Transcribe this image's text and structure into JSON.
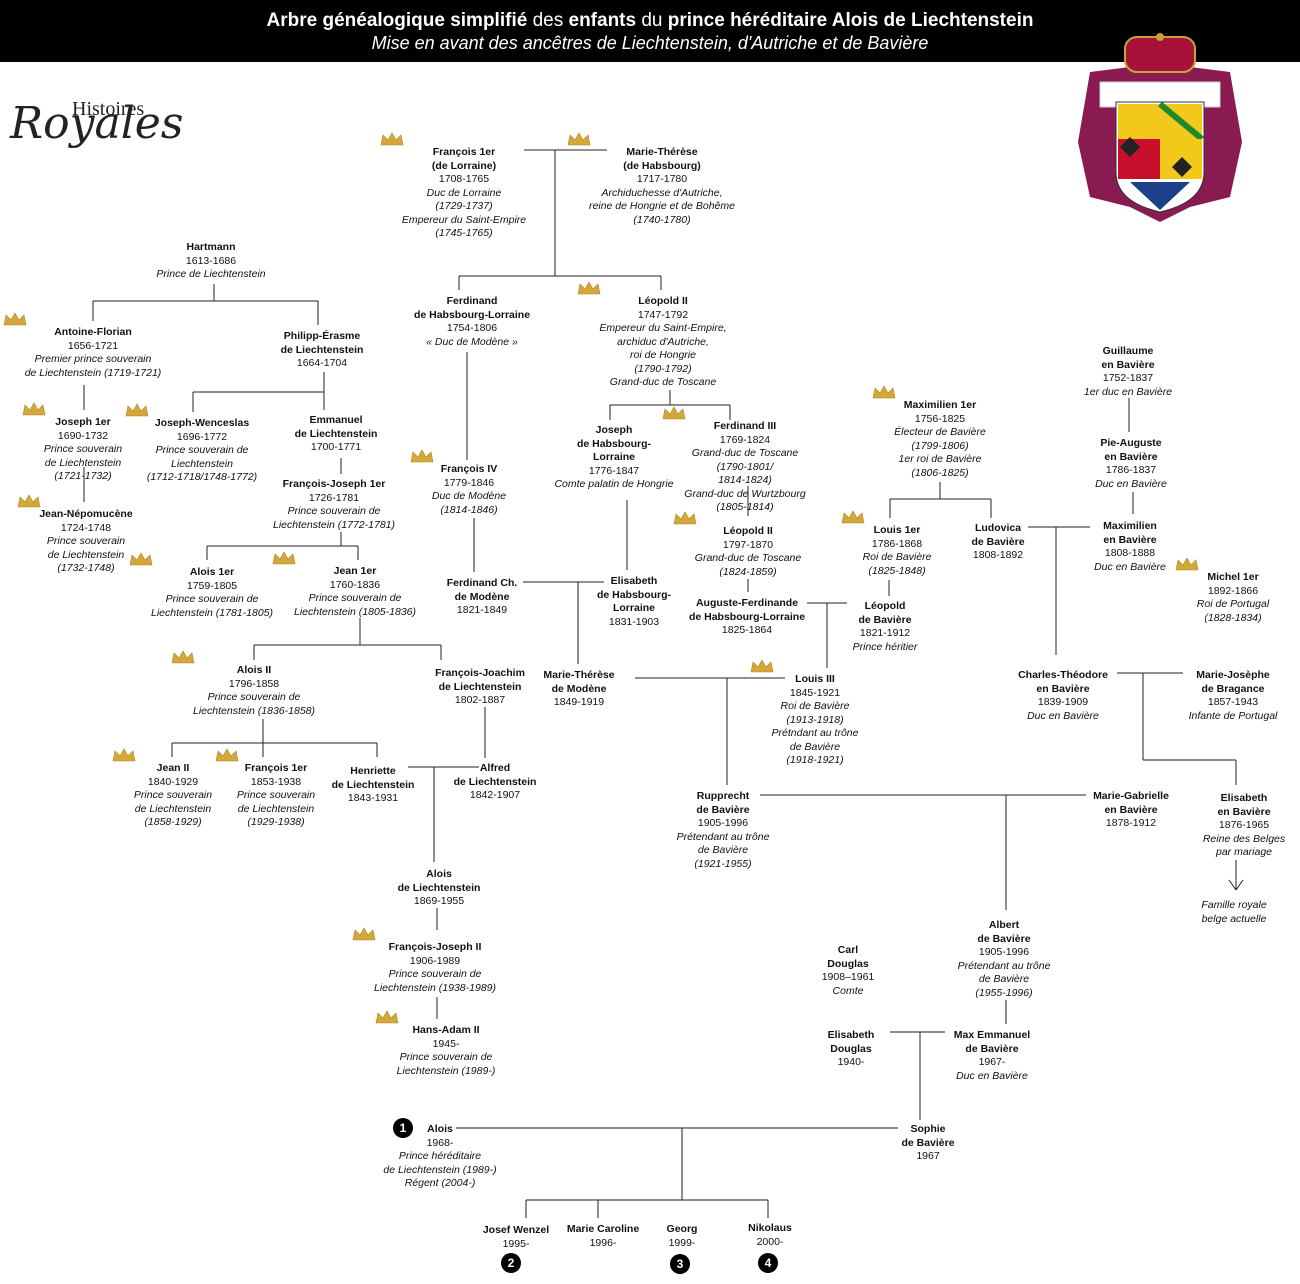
{
  "header": {
    "title_parts": [
      {
        "t": "Arbre généalogique simplifié ",
        "b": true
      },
      {
        "t": "des ",
        "b": false
      },
      {
        "t": "enfants ",
        "b": true
      },
      {
        "t": "du ",
        "b": false
      },
      {
        "t": "prince héréditaire Alois de Liechtenstein",
        "b": true
      }
    ],
    "subtitle": "Mise en avant des ancêtres de Liechtenstein, d'Autriche et de Bavière"
  },
  "logo": {
    "top": "Histoires",
    "bottom": "Royales"
  },
  "colors": {
    "crown": "#d4a73a",
    "crown_dark": "#b08426",
    "coat_mantle": "#8a1b52",
    "coat_crown": "#a8123a"
  },
  "nodes": [
    {
      "id": "francois1",
      "lines": [
        [
          "n",
          "François 1er"
        ],
        [
          "n",
          "(de Lorraine)"
        ],
        [
          "d",
          "1708-1765"
        ],
        [
          "r",
          "Duc de Lorraine"
        ],
        [
          "r",
          "(1729-1737)"
        ],
        [
          "r",
          "Empereur du Saint-Empire"
        ],
        [
          "r",
          "(1745-1765)"
        ]
      ],
      "crown": true
    },
    {
      "id": "mariatheresa",
      "lines": [
        [
          "n",
          "Marie-Thérèse"
        ],
        [
          "n",
          "(de Habsbourg)"
        ],
        [
          "d",
          "1717-1780"
        ],
        [
          "r",
          "Archiduchesse d'Autriche,"
        ],
        [
          "r",
          "reine de Hongrie et de Bohême"
        ],
        [
          "r",
          "(1740-1780)"
        ]
      ],
      "crown": true
    },
    {
      "id": "hartmann",
      "lines": [
        [
          "n",
          "Hartmann"
        ],
        [
          "d",
          "1613-1686"
        ],
        [
          "r",
          "Prince de Liechtenstein"
        ]
      ]
    },
    {
      "id": "antoineflorian",
      "lines": [
        [
          "n",
          "Antoine-Florian"
        ],
        [
          "d",
          "1656-1721"
        ],
        [
          "r",
          "Premier prince souverain"
        ],
        [
          "r",
          "de Liechtenstein (1719-1721)"
        ]
      ],
      "crown": true
    },
    {
      "id": "philipperasme",
      "lines": [
        [
          "n",
          "Philipp-Érasme"
        ],
        [
          "n",
          "de Liechtenstein"
        ],
        [
          "d",
          "1664-1704"
        ]
      ]
    },
    {
      "id": "joseph1er",
      "lines": [
        [
          "n",
          "Joseph 1er"
        ],
        [
          "d",
          "1690-1732"
        ],
        [
          "r",
          "Prince souverain"
        ],
        [
          "r",
          "de Liechtenstein"
        ],
        [
          "r",
          "(1721-1732)"
        ]
      ],
      "crown": true
    },
    {
      "id": "jeannepomucene",
      "lines": [
        [
          "n",
          "Jean-Népomucène"
        ],
        [
          "d",
          "1724-1748"
        ],
        [
          "r",
          "Prince souverain"
        ],
        [
          "r",
          "de Liechtenstein"
        ],
        [
          "r",
          "(1732-1748)"
        ]
      ],
      "crown": true
    },
    {
      "id": "josephwenceslas",
      "lines": [
        [
          "n",
          "Joseph-Wenceslas"
        ],
        [
          "d",
          "1696-1772"
        ],
        [
          "r",
          "Prince souverain de"
        ],
        [
          "r",
          "Liechtenstein"
        ],
        [
          "r",
          "(1712-1718/1748-1772)"
        ]
      ],
      "crown": true
    },
    {
      "id": "emmanuel",
      "lines": [
        [
          "n",
          "Emmanuel"
        ],
        [
          "n",
          "de Liechtenstein"
        ],
        [
          "d",
          "1700-1771"
        ]
      ]
    },
    {
      "id": "francoisjoseph1",
      "lines": [
        [
          "n",
          "François-Joseph 1er"
        ],
        [
          "d",
          "1726-1781"
        ],
        [
          "r",
          "Prince souverain de"
        ],
        [
          "r",
          "Liechtenstein (1772-1781)"
        ]
      ]
    },
    {
      "id": "alois1er",
      "lines": [
        [
          "n",
          "Alois 1er"
        ],
        [
          "d",
          "1759-1805"
        ],
        [
          "r",
          "Prince souverain de"
        ],
        [
          "r",
          "Liechtenstein (1781-1805)"
        ]
      ],
      "crown": true
    },
    {
      "id": "jean1er",
      "lines": [
        [
          "n",
          "Jean 1er"
        ],
        [
          "d",
          "1760-1836"
        ],
        [
          "r",
          "Prince souverain de"
        ],
        [
          "r",
          "Liechtenstein (1805-1836)"
        ]
      ],
      "crown": true
    },
    {
      "id": "alois2",
      "lines": [
        [
          "n",
          "Alois II"
        ],
        [
          "d",
          "1796-1858"
        ],
        [
          "r",
          "Prince souverain de"
        ],
        [
          "r",
          "Liechtenstein (1836-1858)"
        ]
      ],
      "crown": true
    },
    {
      "id": "francoisjoachim",
      "lines": [
        [
          "n",
          "François-Joachim"
        ],
        [
          "n",
          "de Liechtenstein"
        ],
        [
          "d",
          "1802-1887"
        ]
      ]
    },
    {
      "id": "jean2",
      "lines": [
        [
          "n",
          "Jean II"
        ],
        [
          "d",
          "1840-1929"
        ],
        [
          "r",
          "Prince souverain"
        ],
        [
          "r",
          "de Liechtenstein"
        ],
        [
          "r",
          "(1858-1929)"
        ]
      ],
      "crown": true
    },
    {
      "id": "francois1er_l",
      "lines": [
        [
          "n",
          "François 1er"
        ],
        [
          "d",
          "1853-1938"
        ],
        [
          "r",
          "Prince souverain"
        ],
        [
          "r",
          "de Liechtenstein"
        ],
        [
          "r",
          "(1929-1938)"
        ]
      ],
      "crown": true
    },
    {
      "id": "henriette",
      "lines": [
        [
          "n",
          "Henriette"
        ],
        [
          "n",
          "de Liechtenstein"
        ],
        [
          "d",
          "1843-1931"
        ]
      ]
    },
    {
      "id": "alfred",
      "lines": [
        [
          "n",
          "Alfred"
        ],
        [
          "n",
          "de Liechtenstein"
        ],
        [
          "d",
          "1842-1907"
        ]
      ]
    },
    {
      "id": "aloisL",
      "lines": [
        [
          "n",
          "Alois"
        ],
        [
          "n",
          "de Liechtenstein"
        ],
        [
          "d",
          "1869-1955"
        ]
      ]
    },
    {
      "id": "francoisjoseph2",
      "lines": [
        [
          "n",
          "François-Joseph II"
        ],
        [
          "d",
          "1906-1989"
        ],
        [
          "r",
          "Prince souverain de"
        ],
        [
          "r",
          "Liechtenstein (1938-1989)"
        ]
      ],
      "crown": true
    },
    {
      "id": "hansadam",
      "lines": [
        [
          "n",
          "Hans-Adam II"
        ],
        [
          "d",
          "1945-"
        ],
        [
          "r",
          "Prince souverain de"
        ],
        [
          "r",
          "Liechtenstein (1989-)"
        ]
      ],
      "crown": true
    },
    {
      "id": "alois",
      "lines": [
        [
          "n",
          "Alois"
        ],
        [
          "d",
          "1968-"
        ],
        [
          "r",
          "Prince héréditaire"
        ],
        [
          "r",
          "de Liechtenstein (1989-)"
        ],
        [
          "r",
          "Régent (2004-)"
        ]
      ]
    },
    {
      "id": "sophie",
      "lines": [
        [
          "n",
          "Sophie"
        ],
        [
          "n",
          "de Bavière"
        ],
        [
          "d",
          "1967"
        ]
      ]
    },
    {
      "id": "josefwenzel",
      "lines": [
        [
          "n",
          "Josef Wenzel"
        ],
        [
          "d",
          "1995-"
        ]
      ]
    },
    {
      "id": "mariecaroline",
      "lines": [
        [
          "n",
          "Marie Caroline"
        ],
        [
          "d",
          "1996-"
        ]
      ]
    },
    {
      "id": "georg",
      "lines": [
        [
          "n",
          "Georg"
        ],
        [
          "d",
          "1999-"
        ]
      ]
    },
    {
      "id": "nikolaus",
      "lines": [
        [
          "n",
          "Nikolaus"
        ],
        [
          "d",
          "2000-"
        ]
      ]
    },
    {
      "id": "ferdinandhl",
      "lines": [
        [
          "n",
          "Ferdinand"
        ],
        [
          "n",
          "de Habsbourg-Lorraine"
        ],
        [
          "d",
          "1754-1806"
        ],
        [
          "r",
          "« Duc de Modène »"
        ]
      ]
    },
    {
      "id": "leopold2",
      "lines": [
        [
          "n",
          "Léopold II"
        ],
        [
          "d",
          "1747-1792"
        ],
        [
          "r",
          "Empereur du Saint-Empire,"
        ],
        [
          "r",
          "archiduc d'Autriche,"
        ],
        [
          "r",
          "roi de Hongrie"
        ],
        [
          "r",
          "(1790-1792)"
        ],
        [
          "r",
          "Grand-duc de Toscane"
        ]
      ],
      "crown": true
    },
    {
      "id": "francois4",
      "lines": [
        [
          "n",
          "François IV"
        ],
        [
          "d",
          "1779-1846"
        ],
        [
          "r",
          "Duc de Modène"
        ],
        [
          "r",
          "(1814-1846)"
        ]
      ],
      "crown": true
    },
    {
      "id": "josephhl",
      "lines": [
        [
          "n",
          "Joseph"
        ],
        [
          "n",
          "de Habsbourg-"
        ],
        [
          "n",
          "Lorraine"
        ],
        [
          "d",
          "1776-1847"
        ],
        [
          "r",
          "Comte palatin de Hongrie"
        ]
      ]
    },
    {
      "id": "ferdinand3",
      "lines": [
        [
          "n",
          "Ferdinand III"
        ],
        [
          "d",
          "1769-1824"
        ],
        [
          "r",
          "Grand-duc de Toscane"
        ],
        [
          "r",
          "(1790-1801/"
        ],
        [
          "r",
          "1814-1824)"
        ],
        [
          "r",
          "Grand-duc de Wurtzbourg"
        ],
        [
          "r",
          "(1805-1814)"
        ]
      ],
      "crown": true
    },
    {
      "id": "leopold2t",
      "lines": [
        [
          "n",
          "Léopold II"
        ],
        [
          "d",
          "1797-1870"
        ],
        [
          "r",
          "Grand-duc de Toscane"
        ],
        [
          "r",
          "(1824-1859)"
        ]
      ],
      "crown": true
    },
    {
      "id": "ferdinandch",
      "lines": [
        [
          "n",
          "Ferdinand Ch."
        ],
        [
          "n",
          "de Modène"
        ],
        [
          "d",
          "1821-1849"
        ]
      ]
    },
    {
      "id": "elisabethhl",
      "lines": [
        [
          "n",
          "Elisabeth"
        ],
        [
          "n",
          "de Habsbourg-"
        ],
        [
          "n",
          "Lorraine"
        ],
        [
          "d",
          "1831-1903"
        ]
      ]
    },
    {
      "id": "augusteferdinande",
      "lines": [
        [
          "n",
          "Auguste-Ferdinande"
        ],
        [
          "n",
          "de Habsbourg-Lorraine"
        ],
        [
          "d",
          "1825-1864"
        ]
      ]
    },
    {
      "id": "mariethmodene",
      "lines": [
        [
          "n",
          "Marie-Thérèse"
        ],
        [
          "n",
          "de Modène"
        ],
        [
          "d",
          "1849-1919"
        ]
      ]
    },
    {
      "id": "maximilien1",
      "lines": [
        [
          "n",
          "Maximilien 1er"
        ],
        [
          "d",
          "1756-1825"
        ],
        [
          "r",
          "Électeur de Bavière"
        ],
        [
          "r",
          "(1799-1806)"
        ],
        [
          "r",
          "1er roi de Bavière"
        ],
        [
          "r",
          "(1806-1825)"
        ]
      ],
      "crown": true
    },
    {
      "id": "guillaume",
      "lines": [
        [
          "n",
          "Guillaume"
        ],
        [
          "n",
          "en Bavière"
        ],
        [
          "d",
          "1752-1837"
        ],
        [
          "r",
          "1er duc en Bavière"
        ]
      ]
    },
    {
      "id": "pieauguste",
      "lines": [
        [
          "n",
          "Pie-Auguste"
        ],
        [
          "n",
          "en Bavière"
        ],
        [
          "d",
          "1786-1837"
        ],
        [
          "r",
          "Duc en Bavière"
        ]
      ]
    },
    {
      "id": "louis1",
      "lines": [
        [
          "n",
          "Louis 1er"
        ],
        [
          "d",
          "1786-1868"
        ],
        [
          "r",
          "Roi de Bavière"
        ],
        [
          "r",
          "(1825-1848)"
        ]
      ],
      "crown": true
    },
    {
      "id": "ludovica",
      "lines": [
        [
          "n",
          "Ludovica"
        ],
        [
          "n",
          "de Bavière"
        ],
        [
          "d",
          "1808-1892"
        ]
      ]
    },
    {
      "id": "maximilienb",
      "lines": [
        [
          "n",
          "Maximilien"
        ],
        [
          "n",
          "en Bavière"
        ],
        [
          "d",
          "1808-1888"
        ],
        [
          "r",
          "Duc en Bavière"
        ]
      ]
    },
    {
      "id": "michel1",
      "lines": [
        [
          "n",
          "Michel 1er"
        ],
        [
          "d",
          "1892-1866"
        ],
        [
          "r",
          "Roi de Portugal"
        ],
        [
          "r",
          "(1828-1834)"
        ]
      ],
      "crown": true
    },
    {
      "id": "leopoldb",
      "lines": [
        [
          "n",
          "Léopold"
        ],
        [
          "n",
          "de Bavière"
        ],
        [
          "d",
          "1821-1912"
        ],
        [
          "r",
          "Prince héritier"
        ]
      ]
    },
    {
      "id": "louis3",
      "lines": [
        [
          "n",
          "Louis III"
        ],
        [
          "d",
          "1845-1921"
        ],
        [
          "r",
          "Roi de Bavière"
        ],
        [
          "r",
          "(1913-1918)"
        ],
        [
          "r",
          "Prétndant au trône"
        ],
        [
          "r",
          "de Bavière"
        ],
        [
          "r",
          "(1918-1921)"
        ]
      ],
      "crown": true
    },
    {
      "id": "charlestheodore",
      "lines": [
        [
          "n",
          "Charles-Théodore"
        ],
        [
          "n",
          "en Bavière"
        ],
        [
          "d",
          "1839-1909"
        ],
        [
          "r",
          "Duc en Bavière"
        ]
      ]
    },
    {
      "id": "mariejosephe",
      "lines": [
        [
          "n",
          "Marie-Josèphe"
        ],
        [
          "n",
          "de Bragance"
        ],
        [
          "d",
          "1857-1943"
        ],
        [
          "r",
          "Infante de Portugal"
        ]
      ]
    },
    {
      "id": "rupprecht",
      "lines": [
        [
          "n",
          "Rupprecht"
        ],
        [
          "n",
          "de Bavière"
        ],
        [
          "d",
          "1905-1996"
        ],
        [
          "r",
          "Prétendant au trône"
        ],
        [
          "r",
          "de Bavière"
        ],
        [
          "r",
          "(1921-1955)"
        ]
      ]
    },
    {
      "id": "mariegabrielle",
      "lines": [
        [
          "n",
          "Marie-Gabrielle"
        ],
        [
          "n",
          "en Bavière"
        ],
        [
          "d",
          "1878-1912"
        ]
      ]
    },
    {
      "id": "elisabethb",
      "lines": [
        [
          "n",
          "Elisabeth"
        ],
        [
          "n",
          "en Bavière"
        ],
        [
          "d",
          "1876-1965"
        ],
        [
          "r",
          "Reine des Belges"
        ],
        [
          "r",
          "par mariage"
        ]
      ]
    },
    {
      "id": "famillebelge",
      "lines": [
        [
          "r",
          "Famille royale"
        ],
        [
          "r",
          "belge actuelle"
        ]
      ]
    },
    {
      "id": "albert",
      "lines": [
        [
          "n",
          "Albert"
        ],
        [
          "n",
          "de Bavière"
        ],
        [
          "d",
          "1905-1996"
        ],
        [
          "r",
          "Prétendant au trône"
        ],
        [
          "r",
          "de Bavière"
        ],
        [
          "r",
          "(1955-1996)"
        ]
      ]
    },
    {
      "id": "carldouglas",
      "lines": [
        [
          "n",
          "Carl"
        ],
        [
          "n",
          "Douglas"
        ],
        [
          "d",
          "1908–1961"
        ],
        [
          "r",
          "Comte"
        ]
      ]
    },
    {
      "id": "elisabethdouglas",
      "lines": [
        [
          "n",
          "Elisabeth"
        ],
        [
          "n",
          "Douglas"
        ],
        [
          "d",
          "1940-"
        ]
      ]
    },
    {
      "id": "maxemmanuel",
      "lines": [
        [
          "n",
          "Max Emmanuel"
        ],
        [
          "n",
          "de Bavière"
        ],
        [
          "d",
          "1967-"
        ],
        [
          "r",
          "Duc en Bavière"
        ]
      ]
    }
  ],
  "badges": [
    {
      "for": "alois",
      "text": "1"
    },
    {
      "for": "josefwenzel",
      "text": "2"
    },
    {
      "for": "georg",
      "text": "3"
    },
    {
      "for": "nikolaus",
      "text": "4"
    }
  ]
}
